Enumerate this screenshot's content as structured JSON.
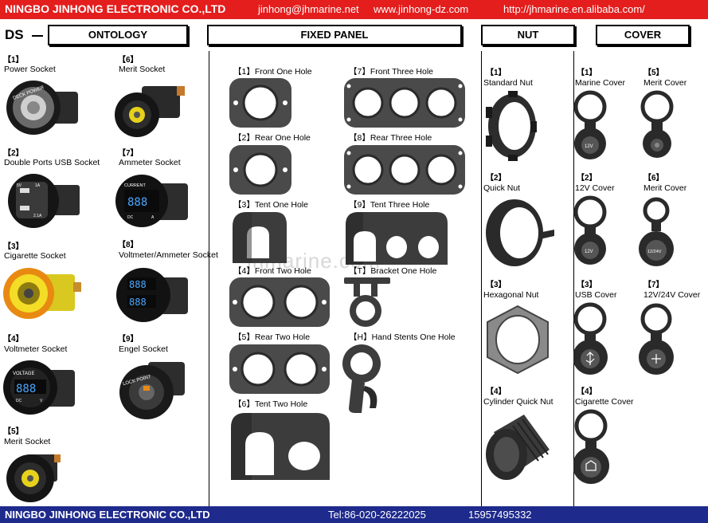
{
  "header": {
    "brand": "NINGBO JINHONG ELECTRONIC CO.,LTD",
    "email": "jinhong@jhmarine.net",
    "website": "www.jinhong-dz.com",
    "alibaba": "http://jhmarine.en.alibaba.com/"
  },
  "series_code": "DS",
  "sections": {
    "ontology": "ONTOLOGY",
    "fixed_panel": "FIXED PANEL",
    "nut": "NUT",
    "cover": "COVER"
  },
  "ontology": [
    {
      "idx": "【1】",
      "label": "Power Socket"
    },
    {
      "idx": "【2】",
      "label": "Double Ports USB Socket"
    },
    {
      "idx": "【3】",
      "label": "Cigarette  Socket"
    },
    {
      "idx": "【4】",
      "label": "Voltmeter Socket"
    },
    {
      "idx": "【5】",
      "label": "Merit  Socket"
    },
    {
      "idx": "【6】",
      "label": "Merit  Socket"
    },
    {
      "idx": "【7】",
      "label": "Ammeter Socket"
    },
    {
      "idx": "【8】",
      "label": "Voltmeter/Ammeter Socket"
    },
    {
      "idx": "【9】",
      "label": "Engel Socket"
    }
  ],
  "panels": [
    {
      "label": "【1】Front One Hole"
    },
    {
      "label": "【2】Rear One Hole"
    },
    {
      "label": "【3】Tent One Hole"
    },
    {
      "label": "【4】Front Two Hole"
    },
    {
      "label": "【5】Rear Two Hole"
    },
    {
      "label": "【6】Tent Two Hole"
    },
    {
      "label": "【7】Front Three Hole"
    },
    {
      "label": "【8】Rear Three Hole"
    },
    {
      "label": "【9】Tent Three Hole"
    },
    {
      "label": "【T】Bracket One  Hole"
    },
    {
      "label": "【H】Hand Stents One  Hole"
    }
  ],
  "nuts": [
    {
      "idx": "【1】",
      "label": "Standard  Nut"
    },
    {
      "idx": "【2】",
      "label": "Quick Nut"
    },
    {
      "idx": "【3】",
      "label": "Hexagonal Nut"
    },
    {
      "idx": "【4】",
      "label": "Cylinder Quick Nut"
    }
  ],
  "covers": [
    {
      "idx": "【1】",
      "label": "Marine Cover",
      "text": "12V"
    },
    {
      "idx": "【2】",
      "label": "12V   Cover",
      "text": "12V"
    },
    {
      "idx": "【3】",
      "label": "USB Cover",
      "text": ""
    },
    {
      "idx": "【4】",
      "label": "Cigarette Cover",
      "text": ""
    },
    {
      "idx": "【5】",
      "label": "Merit Cover",
      "text": ""
    },
    {
      "idx": "【6】",
      "label": "Merit Cover",
      "text": "12/24V"
    },
    {
      "idx": "【7】",
      "label": "12V/24V   Cover",
      "text": ""
    }
  ],
  "socket_texts": {
    "power": "DECK POWER",
    "usb_5v": "5V",
    "usb_1a": "1A",
    "usb_21a": "2.1A",
    "meter_digits": "888",
    "voltage": "VOLTAGE",
    "current": "CURRENT",
    "dc": "DC",
    "unit_v": "V",
    "unit_a": "A",
    "lock_point": "LOCK POINT"
  },
  "watermark": "jhmarine.com",
  "footer": {
    "brand": "NINGBO JINHONG ELECTRONIC CO.,LTD",
    "tel": "Tel:86-020-26222025",
    "mobile": "15957495332"
  },
  "colors": {
    "top_bar": "#e41d1d",
    "bottom_bar": "#1e2a8c",
    "yellow": "#e6d21a",
    "orange": "#e88a12"
  }
}
